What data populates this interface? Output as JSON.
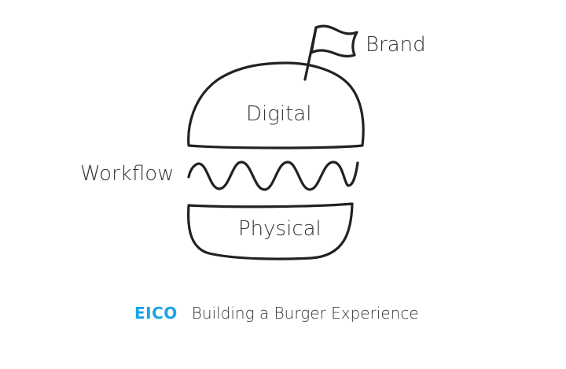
{
  "diagram": {
    "labels": {
      "brand": "Brand",
      "digital": "Digital",
      "workflow": "Workflow",
      "physical": "Physical"
    },
    "icons": [
      "flag-icon",
      "bun-top",
      "filling-wave",
      "bun-bottom"
    ],
    "stroke_color": "#222222"
  },
  "footer": {
    "logo": "EICO",
    "logo_color": "#1aa3e8",
    "tagline": "Building a Burger Experience"
  }
}
